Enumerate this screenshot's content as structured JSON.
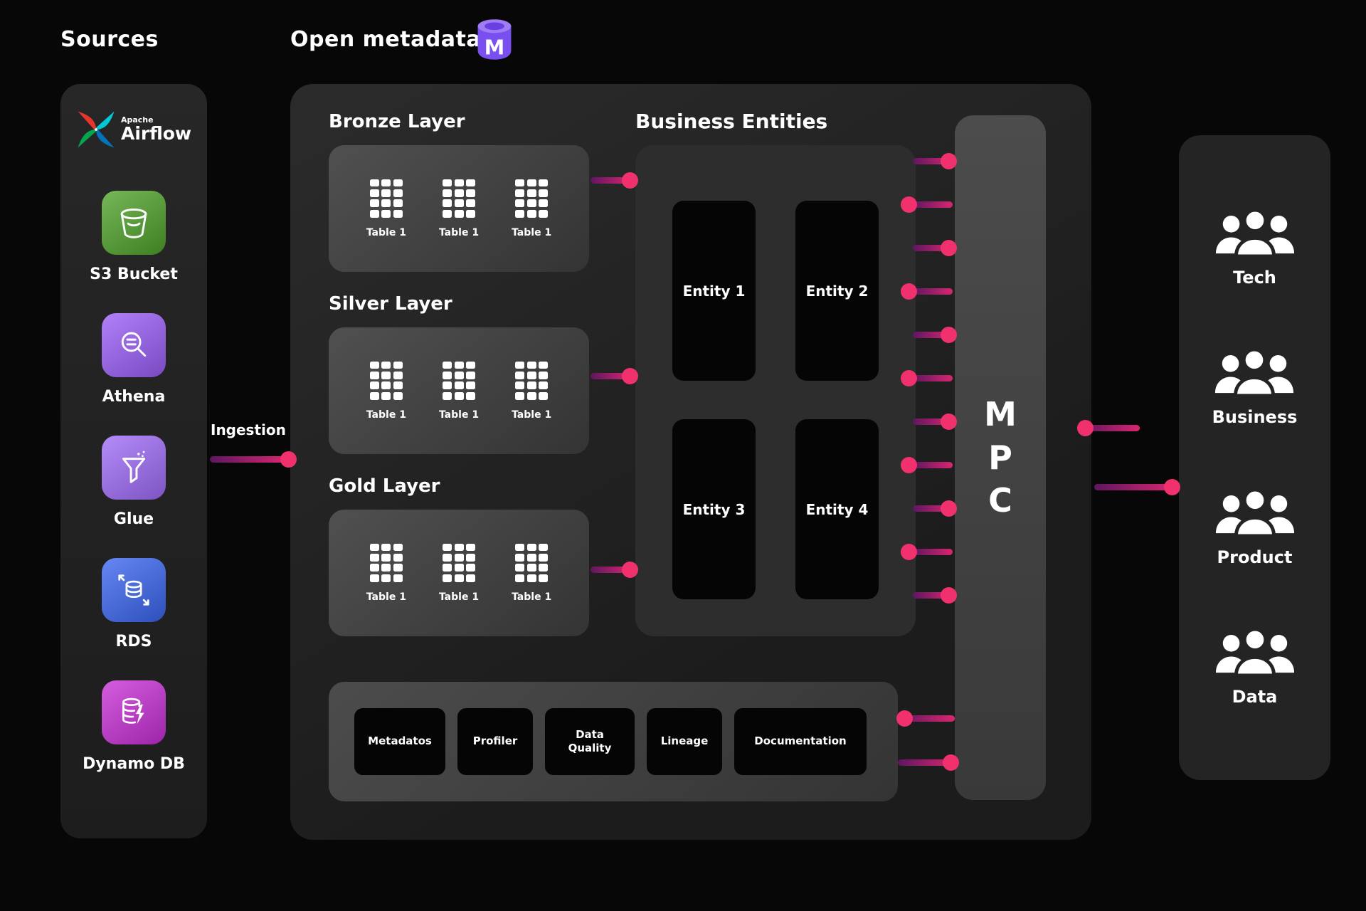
{
  "header": {
    "sources_title": "Sources",
    "metadata_title": "Open metadata"
  },
  "sources": {
    "airflow_top": "Apache",
    "airflow_name": "Airflow",
    "items": [
      {
        "label": "S3 Bucket"
      },
      {
        "label": "Athena"
      },
      {
        "label": "Glue"
      },
      {
        "label": "RDS"
      },
      {
        "label": "Dynamo DB"
      }
    ]
  },
  "ingestion_label": "Ingestion",
  "layers": [
    {
      "title": "Bronze Layer",
      "tables": [
        "Table 1",
        "Table 1",
        "Table 1"
      ]
    },
    {
      "title": "Silver Layer",
      "tables": [
        "Table 1",
        "Table 1",
        "Table 1"
      ]
    },
    {
      "title": "Gold Layer",
      "tables": [
        "Table 1",
        "Table 1",
        "Table 1"
      ]
    }
  ],
  "business_entities": {
    "title": "Business Entities",
    "entities": [
      {
        "label": "Entity 1"
      },
      {
        "label": "Entity 2"
      },
      {
        "label": "Entity 3"
      },
      {
        "label": "Entity 4"
      }
    ]
  },
  "mpc": {
    "letters": [
      "M",
      "P",
      "C"
    ]
  },
  "tools": [
    {
      "label": "Metadatos"
    },
    {
      "label": "Profiler"
    },
    {
      "label": "Data Quality"
    },
    {
      "label": "Lineage"
    },
    {
      "label": "Documentation"
    }
  ],
  "consumers": [
    {
      "label": "Tech"
    },
    {
      "label": "Business"
    },
    {
      "label": "Product"
    },
    {
      "label": "Data"
    }
  ],
  "colors": {
    "accent_pink": "#F0316E",
    "line_purple": "#5E1660",
    "line_pink": "#D92670",
    "s3_green": "#4FA32A",
    "athena_purple": "#9A5EF7",
    "glue_purple": "#A06CF8",
    "rds_blue": "#3B66F0",
    "dynamo_magenta": "#C92FD6",
    "openmetadata_purple": "#7A4FF0",
    "airflow_red": "#E8352C",
    "airflow_cyan": "#00C7D4",
    "airflow_blue": "#0273B9",
    "airflow_green": "#04A64B"
  }
}
